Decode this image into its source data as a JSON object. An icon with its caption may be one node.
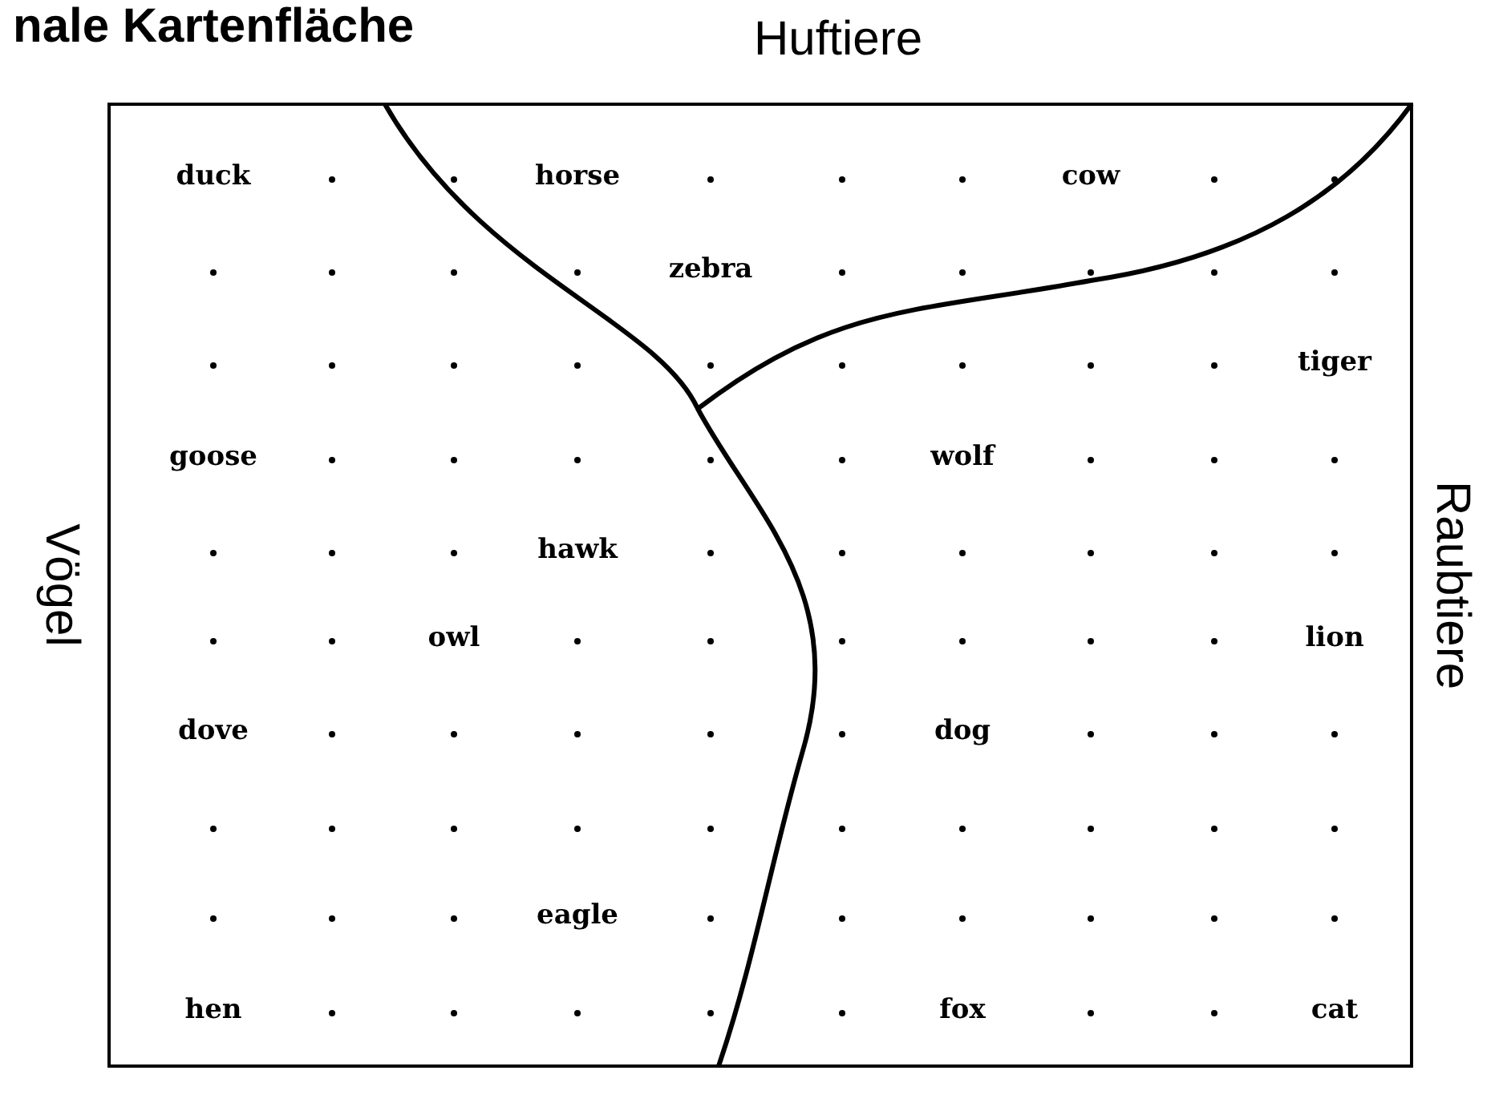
{
  "diagram": {
    "title": "nale Kartenfläche",
    "labels": [
      "Huftiere",
      "duck",
      "horse",
      "cow",
      "zebra",
      "tiger",
      "goose",
      "wolf",
      "hawk",
      "owl",
      "lion",
      "dove",
      "dog",
      "eagle",
      "hen",
      "fox",
      "cat",
      "Vögel",
      "Raubtiere"
    ]
  }
}
